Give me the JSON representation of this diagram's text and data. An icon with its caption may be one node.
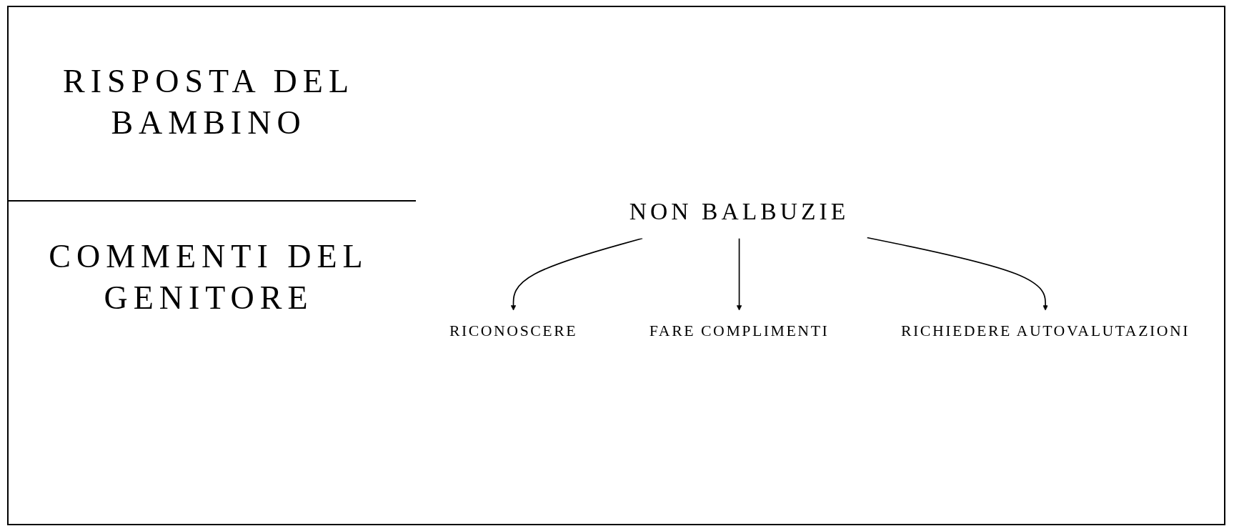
{
  "diagram": {
    "nodes": [
      {
        "text": [
          "NON BALBUZIE"
        ]
      },
      {
        "text": [
          "RICONOSCERE"
        ]
      },
      {
        "text": [
          "FARE COMPLIMENTI"
        ]
      },
      {
        "text": [
          "RICHIEDERE AUTOVALUTAZIONI"
        ]
      }
    ],
    "edges": [
      {
        "from": 0,
        "to": 1,
        "arrow": "to"
      },
      {
        "from": 0,
        "to": 2,
        "arrow": "to"
      },
      {
        "from": 0,
        "to": 3,
        "arrow": "to"
      }
    ],
    "labels": [
      "RISPOSTA DEL BAMBINO",
      "COMMENTI DEL GENITORE"
    ]
  }
}
